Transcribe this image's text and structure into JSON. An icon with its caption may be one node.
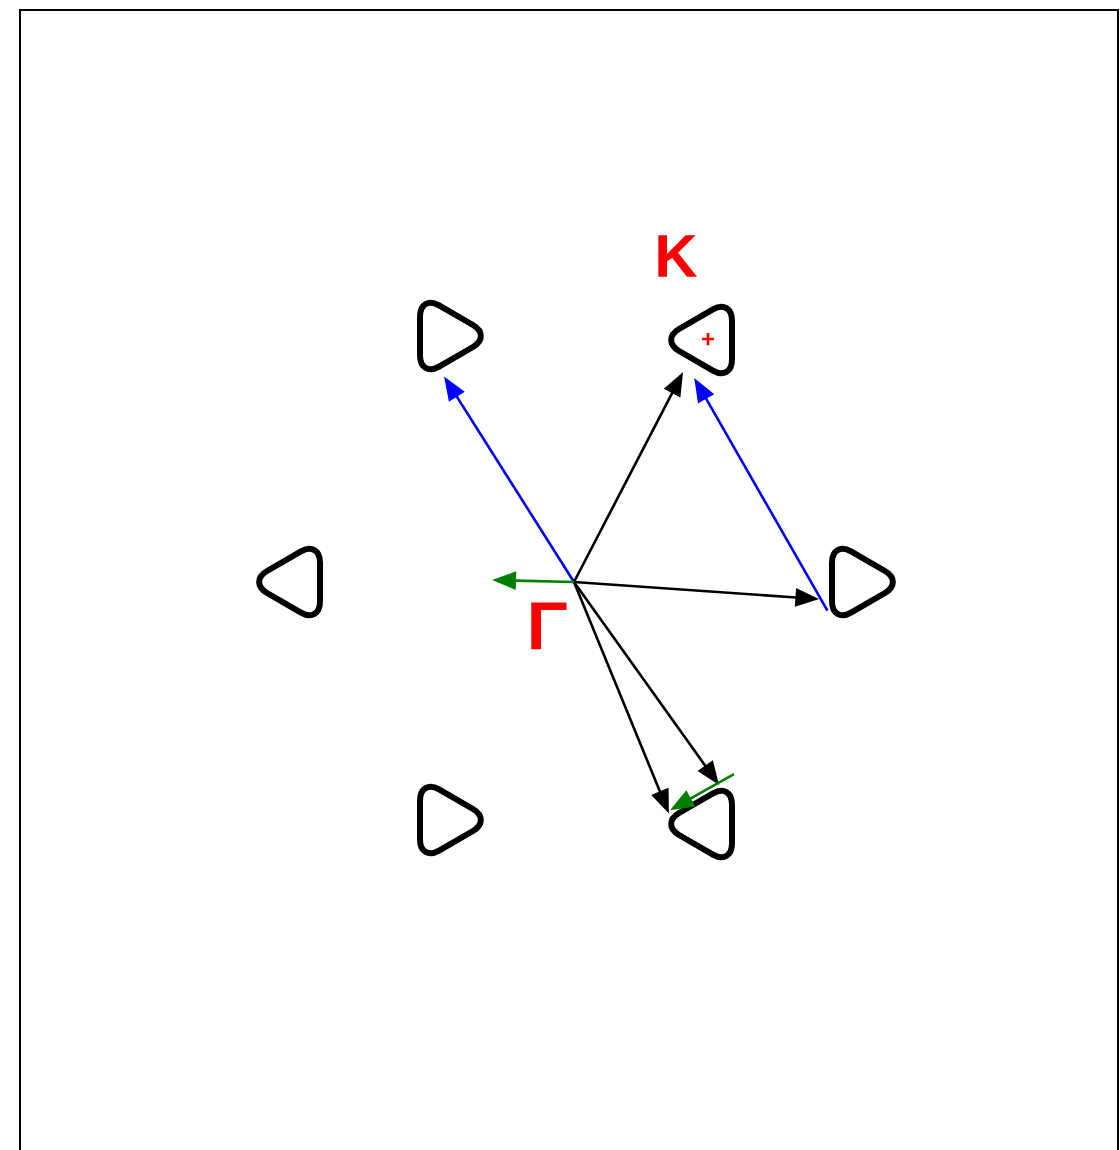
{
  "diagram": {
    "nodes": [
      {
        "text": [],
        "shape": "triangle"
      },
      {
        "text": [
          "+"
        ]
      },
      {
        "text": [],
        "shape": "triangle"
      },
      {
        "text": [],
        "shape": "triangle"
      },
      {
        "text": [
          "Γ"
        ]
      },
      {
        "text": [],
        "shape": "triangle"
      },
      {
        "text": [],
        "shape": "triangle"
      }
    ],
    "edges": [
      {
        "from": 4,
        "to": 0,
        "arrow": "to",
        "color": "#0000ff"
      },
      {
        "from": 4,
        "to": 1,
        "arrow": "to"
      },
      {
        "from": 3,
        "to": 1,
        "arrow": "to",
        "color": "#0000ff"
      },
      {
        "from": 4,
        "to": 3,
        "arrow": "to"
      },
      {
        "from": 4,
        "to": 6,
        "arrow": "to"
      },
      {
        "from": 4,
        "to": 6,
        "arrow": "to"
      },
      {
        "from": 4,
        "to": null,
        "arrow": "to",
        "color": "#008000"
      },
      {
        "from": null,
        "to": 6,
        "arrow": "to",
        "color": "#008000"
      }
    ],
    "labels": [
      "K"
    ]
  }
}
